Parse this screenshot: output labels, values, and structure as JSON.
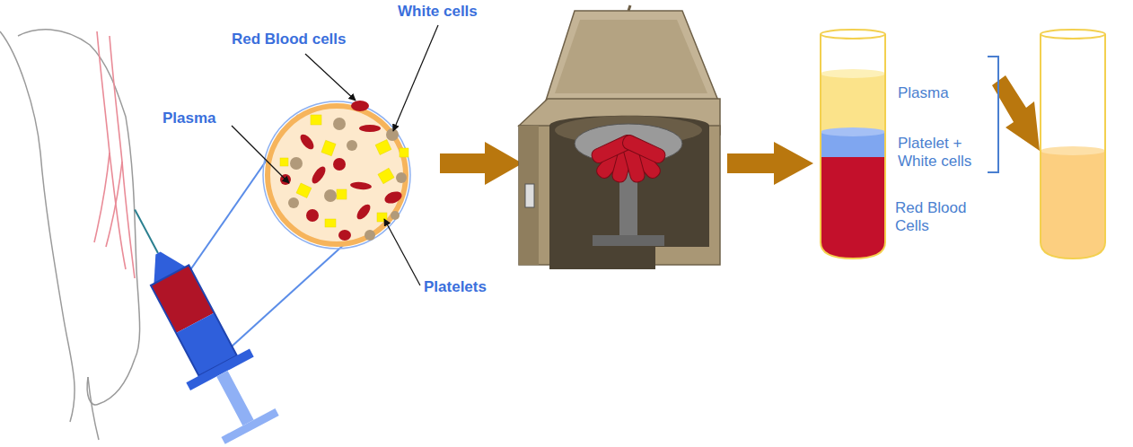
{
  "diagram": {
    "labels": [
      "Red Blood cells",
      "White cells",
      "Plasma",
      "Platelets",
      "Plasma",
      "Platelet + White cells",
      "Red Blood Cells"
    ]
  }
}
